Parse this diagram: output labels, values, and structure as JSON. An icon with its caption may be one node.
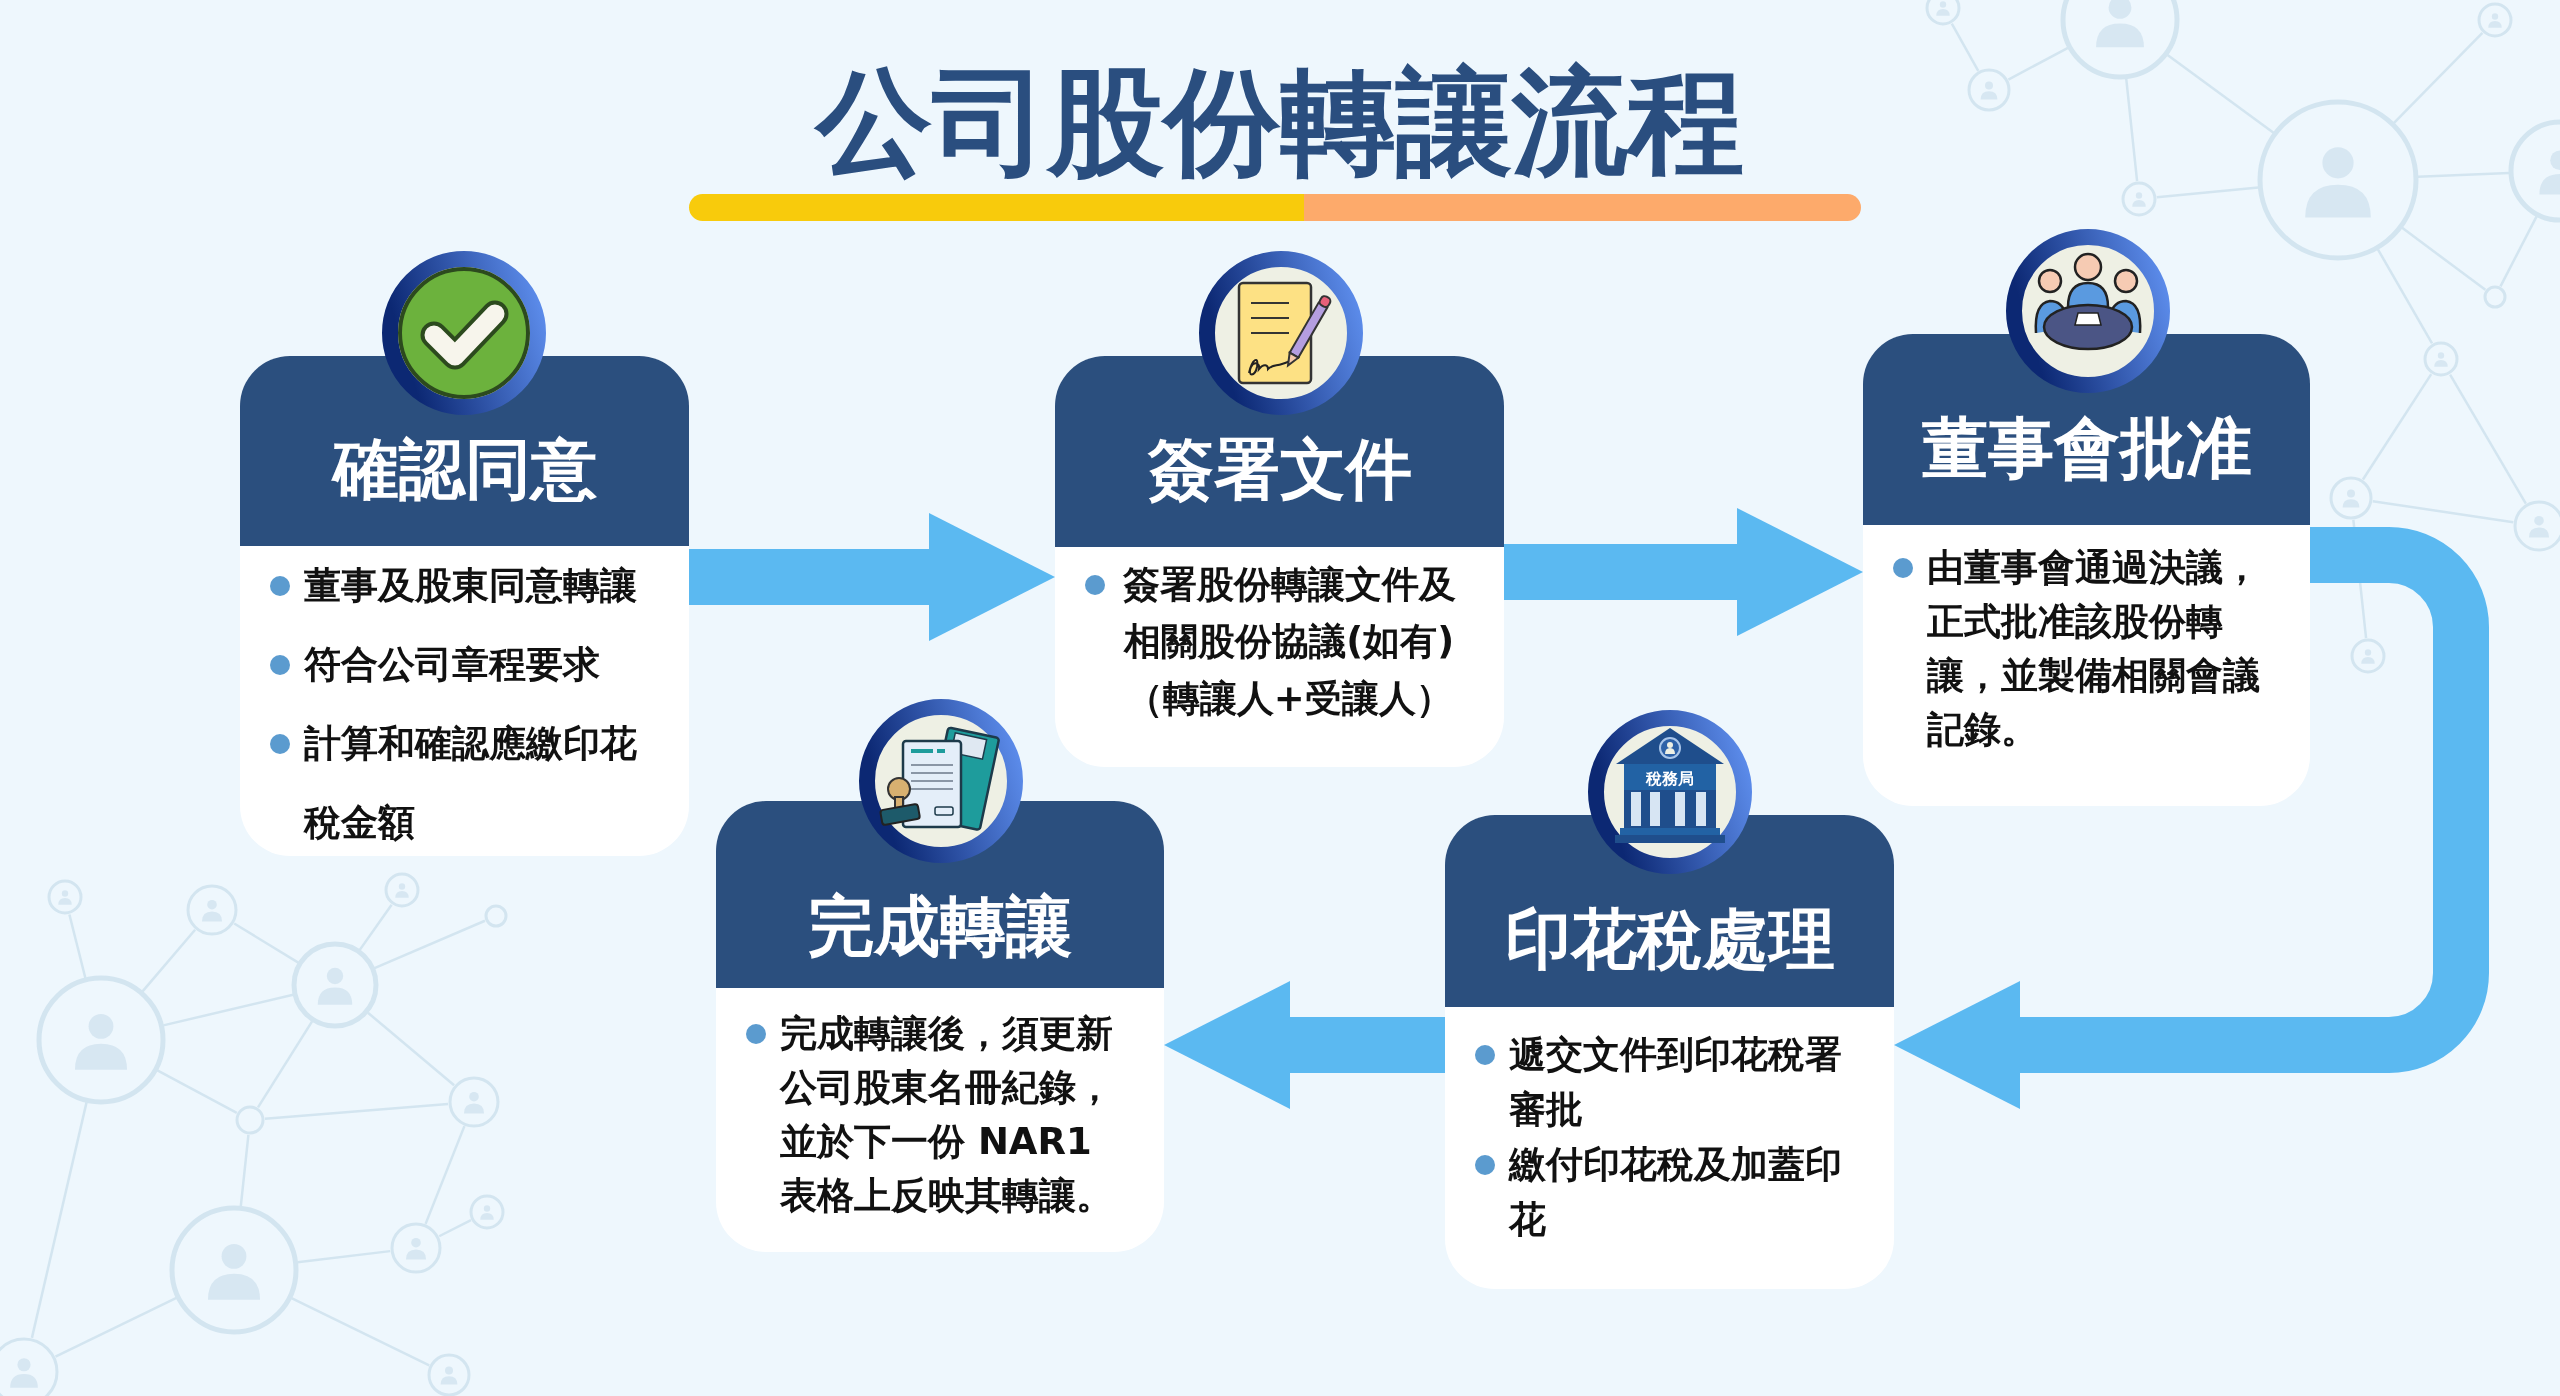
{
  "diagram": {
    "title": "公司股份轉讓流程",
    "nodes": [
      {
        "text": [],
        "shape": "bar"
      },
      {
        "text": [
          "確認同意",
          "董事及股東同意轉讓",
          "符合公司章程要求",
          "計算和確認應繳印花稅金額"
        ]
      },
      {
        "text": [
          "簽署文件",
          "簽署股份轉讓文件及相關股份協議(如有)（轉讓人+受讓人）"
        ]
      },
      {
        "text": [
          "董事會批准",
          "由董事會通過決議，正式批准該股份轉讓，並製備相關會議記錄。"
        ]
      },
      {
        "text": [
          "印花稅處理",
          "遞交文件到印花稅署審批",
          "繳付印花稅及加蓋印花"
        ]
      },
      {
        "text": [
          "完成轉讓",
          "完成轉讓後，須更新公司股東名冊紀錄，並於下一份 NAR1表格上反映其轉讓。"
        ]
      }
    ],
    "edges": [
      {
        "from": 1,
        "to": 2,
        "arrow": "to"
      },
      {
        "from": 2,
        "to": 3,
        "arrow": "to"
      },
      {
        "from": 3,
        "to": 4,
        "arrow": "to"
      },
      {
        "from": 4,
        "to": 5,
        "arrow": "to"
      }
    ],
    "labels": [
      "稅務局"
    ]
  }
}
